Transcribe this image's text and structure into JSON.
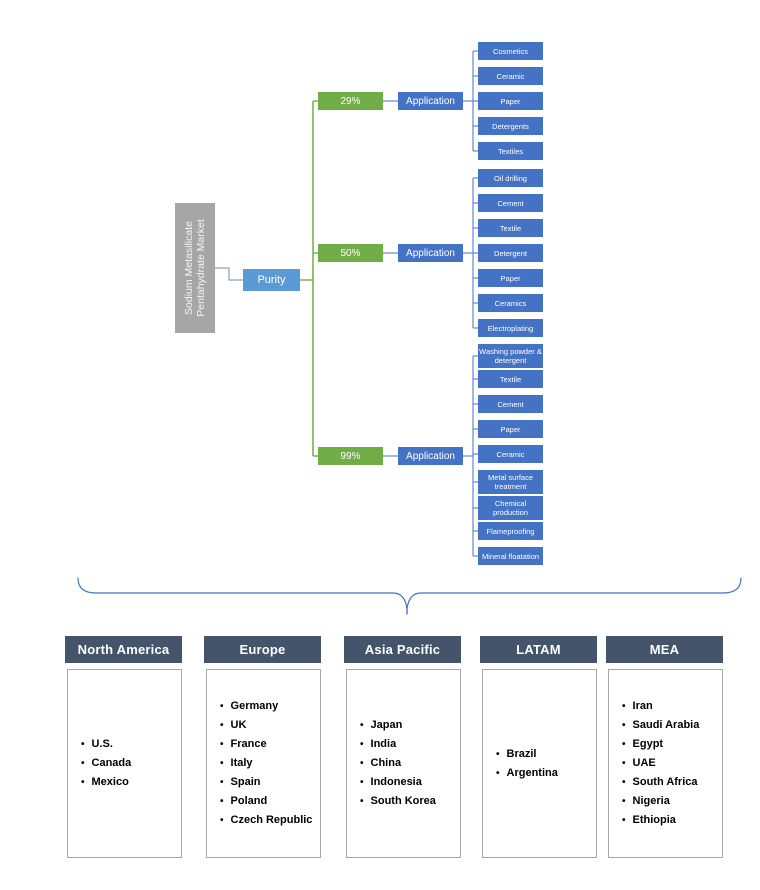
{
  "diagram": {
    "root_label": "Sodium Metasilicate Pentahydrate Market",
    "level1_label": "Purity",
    "branch_node_label": "Application",
    "branches": [
      {
        "share": "29%",
        "applications": [
          "Cosmetics",
          "Ceramic",
          "Paper",
          "Detergents",
          "Textiles"
        ]
      },
      {
        "share": "50%",
        "applications": [
          "Oil drilling",
          "Cement",
          "Textile",
          "Detergent",
          "Paper",
          "Ceramics",
          "Electroplating"
        ]
      },
      {
        "share": "99%",
        "applications": [
          "Washing powder & detergent",
          "Textile",
          "Cement",
          "Paper",
          "Ceramic",
          "Metal surface treatment",
          "Chemical production",
          "Flameproofing",
          "Mineral floatation"
        ]
      }
    ]
  },
  "regions": [
    {
      "name": "North America",
      "countries": [
        "U.S.",
        "Canada",
        "Mexico"
      ]
    },
    {
      "name": "Europe",
      "countries": [
        "Germany",
        "UK",
        "France",
        "Italy",
        "Spain",
        "Poland",
        "Czech Republic"
      ]
    },
    {
      "name": "Asia Pacific",
      "countries": [
        "Japan",
        "India",
        "China",
        "Indonesia",
        "South Korea"
      ]
    },
    {
      "name": "LATAM",
      "countries": [
        "Brazil",
        "Argentina"
      ]
    },
    {
      "name": "MEA",
      "countries": [
        "Iran",
        "Saudi Arabia",
        "Egypt",
        "UAE",
        "South Africa",
        "Nigeria",
        "Ethiopia"
      ]
    }
  ],
  "colors": {
    "node_blue": "#4472C4",
    "purity_blue": "#5B9BD5",
    "branch_green": "#70AD47",
    "root_gray": "#A6A6A6",
    "region_header_bg": "#44546A",
    "connector_blue": "#4472C4",
    "connector_green": "#70AD47"
  }
}
